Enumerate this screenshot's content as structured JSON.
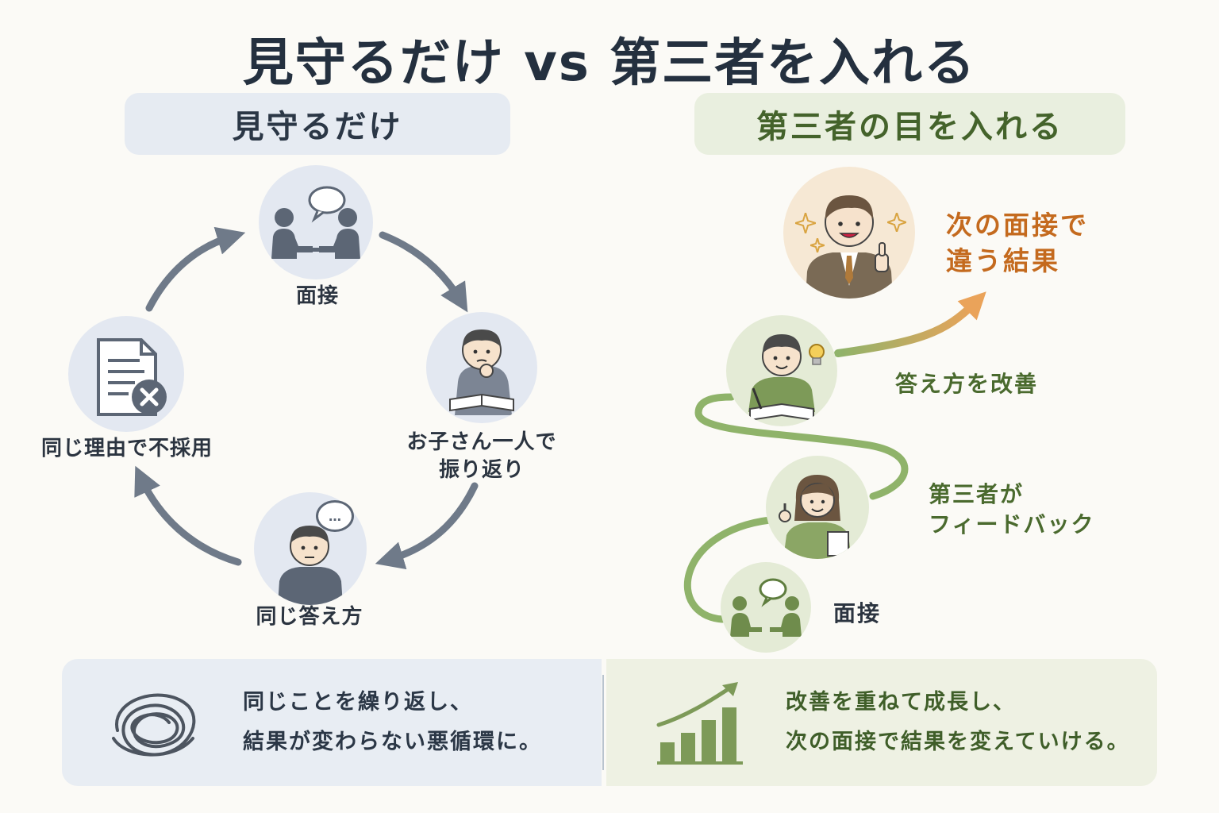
{
  "title": "見守るだけ vs 第三者を入れる",
  "left": {
    "heading": "見守るだけ",
    "cycle": {
      "interview": "面接",
      "reflect_line1": "お子さん一人で",
      "reflect_line2": "振り返り",
      "same_answer": "同じ答え方",
      "rejected": "同じ理由で不採用"
    },
    "bubble_text": "…",
    "summary_line1": "同じことを繰り返し、",
    "summary_line2": "結果が変わらない悪循環に。"
  },
  "right": {
    "heading": "第三者の目を入れる",
    "steps": {
      "interview": "面接",
      "feedback_line1": "第三者が",
      "feedback_line2": "フィードバック",
      "improve": "答え方を改善",
      "result_line1": "次の面接で",
      "result_line2": "違う結果"
    },
    "summary_line1": "改善を重ねて成長し、",
    "summary_line2": "次の面接で結果を変えていける。"
  },
  "colors": {
    "navy": "#24303f",
    "slate": "#6f7a89",
    "green": "#4a6a2e",
    "orange": "#c46a1e",
    "arrow_orange": "#e8a85c"
  },
  "icons": [
    "meeting-icon",
    "thinking-child-icon",
    "silent-child-icon",
    "rejected-document-icon",
    "tangle-icon",
    "growth-chart-icon",
    "happy-businessman-icon",
    "writing-child-icon",
    "feedback-woman-icon",
    "lightbulb-icon",
    "sparkle-icon"
  ]
}
